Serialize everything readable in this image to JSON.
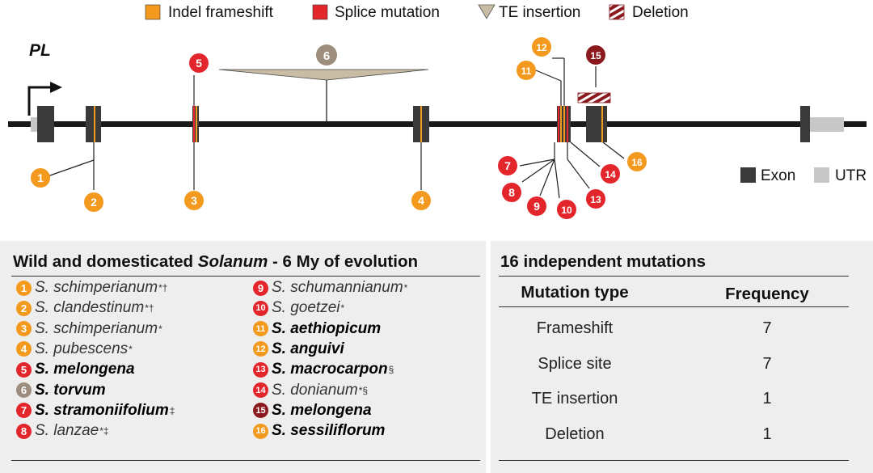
{
  "gene": "PL",
  "legend": {
    "indel": {
      "label": "Indel frameshift",
      "color": "#f39a1e"
    },
    "splice": {
      "label": "Splice mutation",
      "color": "#e3262c"
    },
    "te": {
      "label": "TE insertion",
      "color": "#c8bca4"
    },
    "deletion": {
      "label": "Deletion",
      "color": "#8b1a1f"
    },
    "exon": {
      "label": "Exon",
      "color": "#3a3a3a"
    },
    "utr": {
      "label": "UTR",
      "color": "#c8c8c8"
    }
  },
  "mutation_numbers": [
    "1",
    "2",
    "3",
    "4",
    "5",
    "6",
    "7",
    "8",
    "9",
    "10",
    "11",
    "12",
    "13",
    "14",
    "15",
    "16"
  ],
  "species_panel": {
    "title_pre": "Wild and domesticated ",
    "title_genus": "Solanum",
    "title_post": " - 6 My of evolution",
    "species": [
      {
        "num": "1",
        "name": "S. schimperianum",
        "mark": "*†",
        "bold": false,
        "color": "#f39a1e"
      },
      {
        "num": "2",
        "name": "S. clandestinum",
        "mark": "*†",
        "bold": false,
        "color": "#f39a1e"
      },
      {
        "num": "3",
        "name": "S. schimperianum",
        "mark": "*",
        "bold": false,
        "color": "#f39a1e"
      },
      {
        "num": "4",
        "name": "S. pubescens",
        "mark": "*",
        "bold": false,
        "color": "#f39a1e"
      },
      {
        "num": "5",
        "name": "S. melongena",
        "mark": "",
        "bold": true,
        "color": "#e3262c"
      },
      {
        "num": "6",
        "name": "S. torvum",
        "mark": "",
        "bold": true,
        "color": "#9c8d7c"
      },
      {
        "num": "7",
        "name": "S. stramoniifolium",
        "mark": "‡",
        "bold": true,
        "color": "#e3262c"
      },
      {
        "num": "8",
        "name": "S. lanzae",
        "mark": "*‡",
        "bold": false,
        "color": "#e3262c"
      },
      {
        "num": "9",
        "name": "S. schumannianum",
        "mark": "*",
        "bold": false,
        "color": "#e3262c"
      },
      {
        "num": "10",
        "name": "S. goetzei",
        "mark": "*",
        "bold": false,
        "color": "#e3262c"
      },
      {
        "num": "11",
        "name": "S. aethiopicum",
        "mark": "",
        "bold": true,
        "color": "#f39a1e"
      },
      {
        "num": "12",
        "name": "S. anguivi",
        "mark": "",
        "bold": true,
        "color": "#f39a1e"
      },
      {
        "num": "13",
        "name": "S. macrocarpon",
        "mark": "§",
        "bold": true,
        "color": "#e3262c"
      },
      {
        "num": "14",
        "name": "S. donianum",
        "mark": "*§",
        "bold": false,
        "color": "#e3262c"
      },
      {
        "num": "15",
        "name": "S. melongena",
        "mark": "",
        "bold": true,
        "color": "#8b1a1f"
      },
      {
        "num": "16",
        "name": "S. sessiliflorum",
        "mark": "",
        "bold": true,
        "color": "#f39a1e"
      }
    ]
  },
  "summary": {
    "title": "16 independent mutations",
    "col_type": "Mutation type",
    "col_freq": "Frequency",
    "rows": [
      {
        "type": "Frameshift",
        "freq": "7"
      },
      {
        "type": "Splice site",
        "freq": "7"
      },
      {
        "type": "TE insertion",
        "freq": "1"
      },
      {
        "type": "Deletion",
        "freq": "1"
      }
    ]
  }
}
